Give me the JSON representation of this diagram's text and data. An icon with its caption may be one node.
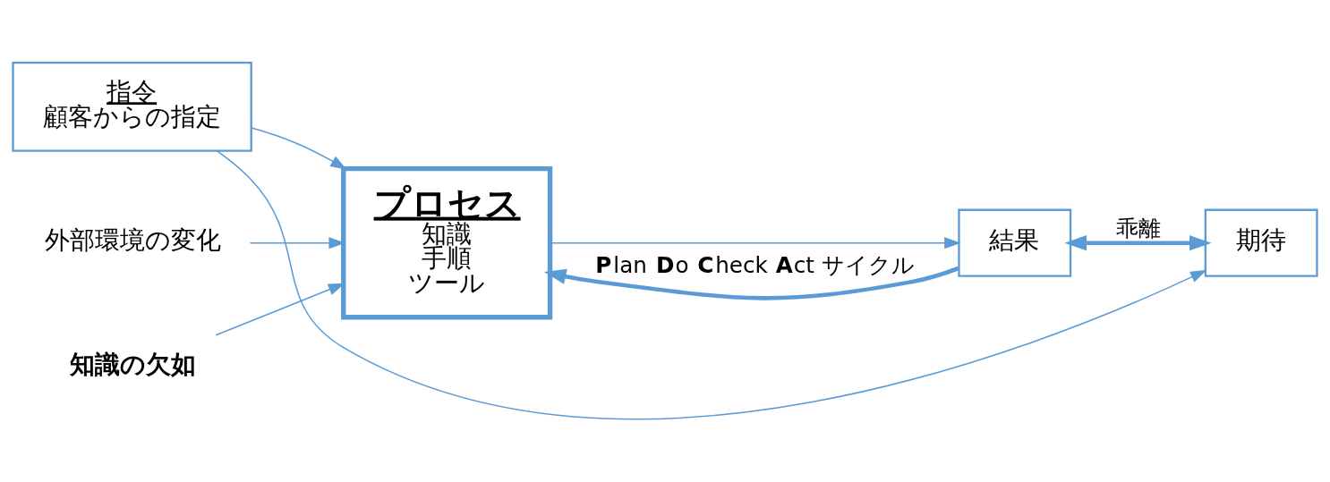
{
  "diagram": {
    "nodes": [
      {
        "text": [
          "指令",
          "顧客からの指定"
        ]
      },
      {
        "text": [
          "プロセス",
          "知識",
          "手順",
          "ツール"
        ]
      },
      {
        "text": [
          "結果"
        ]
      },
      {
        "text": [
          "期待"
        ]
      },
      {
        "text": [
          "外部環境の変化"
        ]
      },
      {
        "text": [
          "知識の欠如"
        ]
      }
    ],
    "edges": [
      {
        "from": 0,
        "to": 1,
        "arrow": "to"
      },
      {
        "from": 1,
        "to": 2,
        "arrow": "to"
      },
      {
        "from": 2,
        "to": 3,
        "arrow": "both",
        "label": "乖離",
        "style": "thick"
      },
      {
        "from": 0,
        "to": 3,
        "arrow": "to"
      },
      {
        "from": 4,
        "to": 1,
        "arrow": "to"
      },
      {
        "from": 5,
        "to": 1,
        "arrow": "to"
      },
      {
        "from": 2,
        "to": 1,
        "arrow": "to",
        "label": "**P**lan **D**o **C**heck **A**ct サイクル",
        "style": "thick"
      }
    ]
  }
}
